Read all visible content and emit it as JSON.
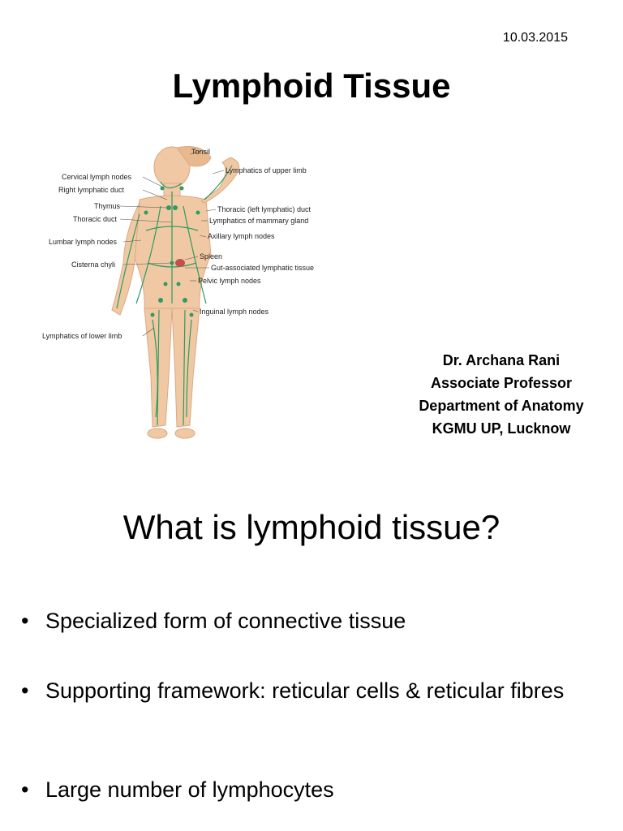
{
  "header": {
    "date": "10.03.2015",
    "title": "Lymphoid Tissue"
  },
  "figure": {
    "labels": {
      "tonsil": "Tonsil",
      "cervical": "Cervical lymph nodes",
      "right_duct": "Right lymphatic duct",
      "thymus": "Thymus",
      "thoracic": "Thoracic duct",
      "lumbar": "Lumbar lymph nodes",
      "cisterna": "Cisterna chyli",
      "lower_limb": "Lymphatics of lower limb",
      "upper_limb": "Lymphatics of upper limb",
      "left_duct": "Thoracic (left lymphatic) duct",
      "mammary": "Lymphatics of mammary gland",
      "axillary": "Axillary lymph nodes",
      "spleen": "Spleen",
      "gut": "Gut-associated lymphatic tissue",
      "pelvic": "Pelvic lymph nodes",
      "inguinal": "Inguinal lymph nodes"
    },
    "colors": {
      "skin": "#f0c9a4",
      "vessel": "#2f9a62",
      "spleen": "#c0504d"
    }
  },
  "author": {
    "name": "Dr. Archana Rani",
    "position": "Associate Professor",
    "department": "Department of Anatomy",
    "institution": "KGMU UP, Lucknow"
  },
  "section": {
    "question": "What is lymphoid tissue?",
    "bullets": [
      "Specialized form of connective tissue",
      "Supporting framework: reticular cells & reticular fibres",
      "Large number of lymphocytes"
    ]
  }
}
